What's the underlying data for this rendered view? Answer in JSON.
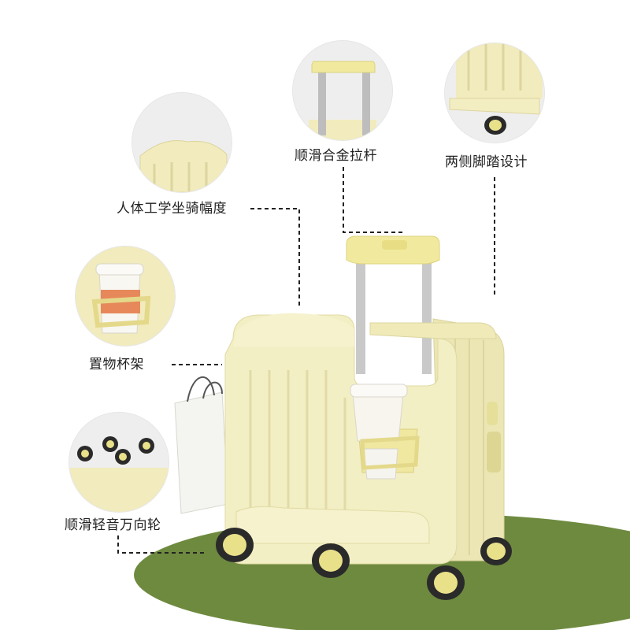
{
  "features": [
    {
      "id": "handle",
      "label": "顺滑合金拉杆"
    },
    {
      "id": "footrest",
      "label": "两侧脚踏设计"
    },
    {
      "id": "seat",
      "label": "人体工学坐骑幅度"
    },
    {
      "id": "cupholder",
      "label": "置物杯架"
    },
    {
      "id": "wheels",
      "label": "顺滑轻音万向轮"
    }
  ],
  "colors": {
    "luggage": "#f3efc4",
    "accent": "#e9de7e",
    "floor": "#6e8a3f",
    "wheel_hub": "#e9e08a",
    "wheel_tire": "#2a2a2a"
  }
}
